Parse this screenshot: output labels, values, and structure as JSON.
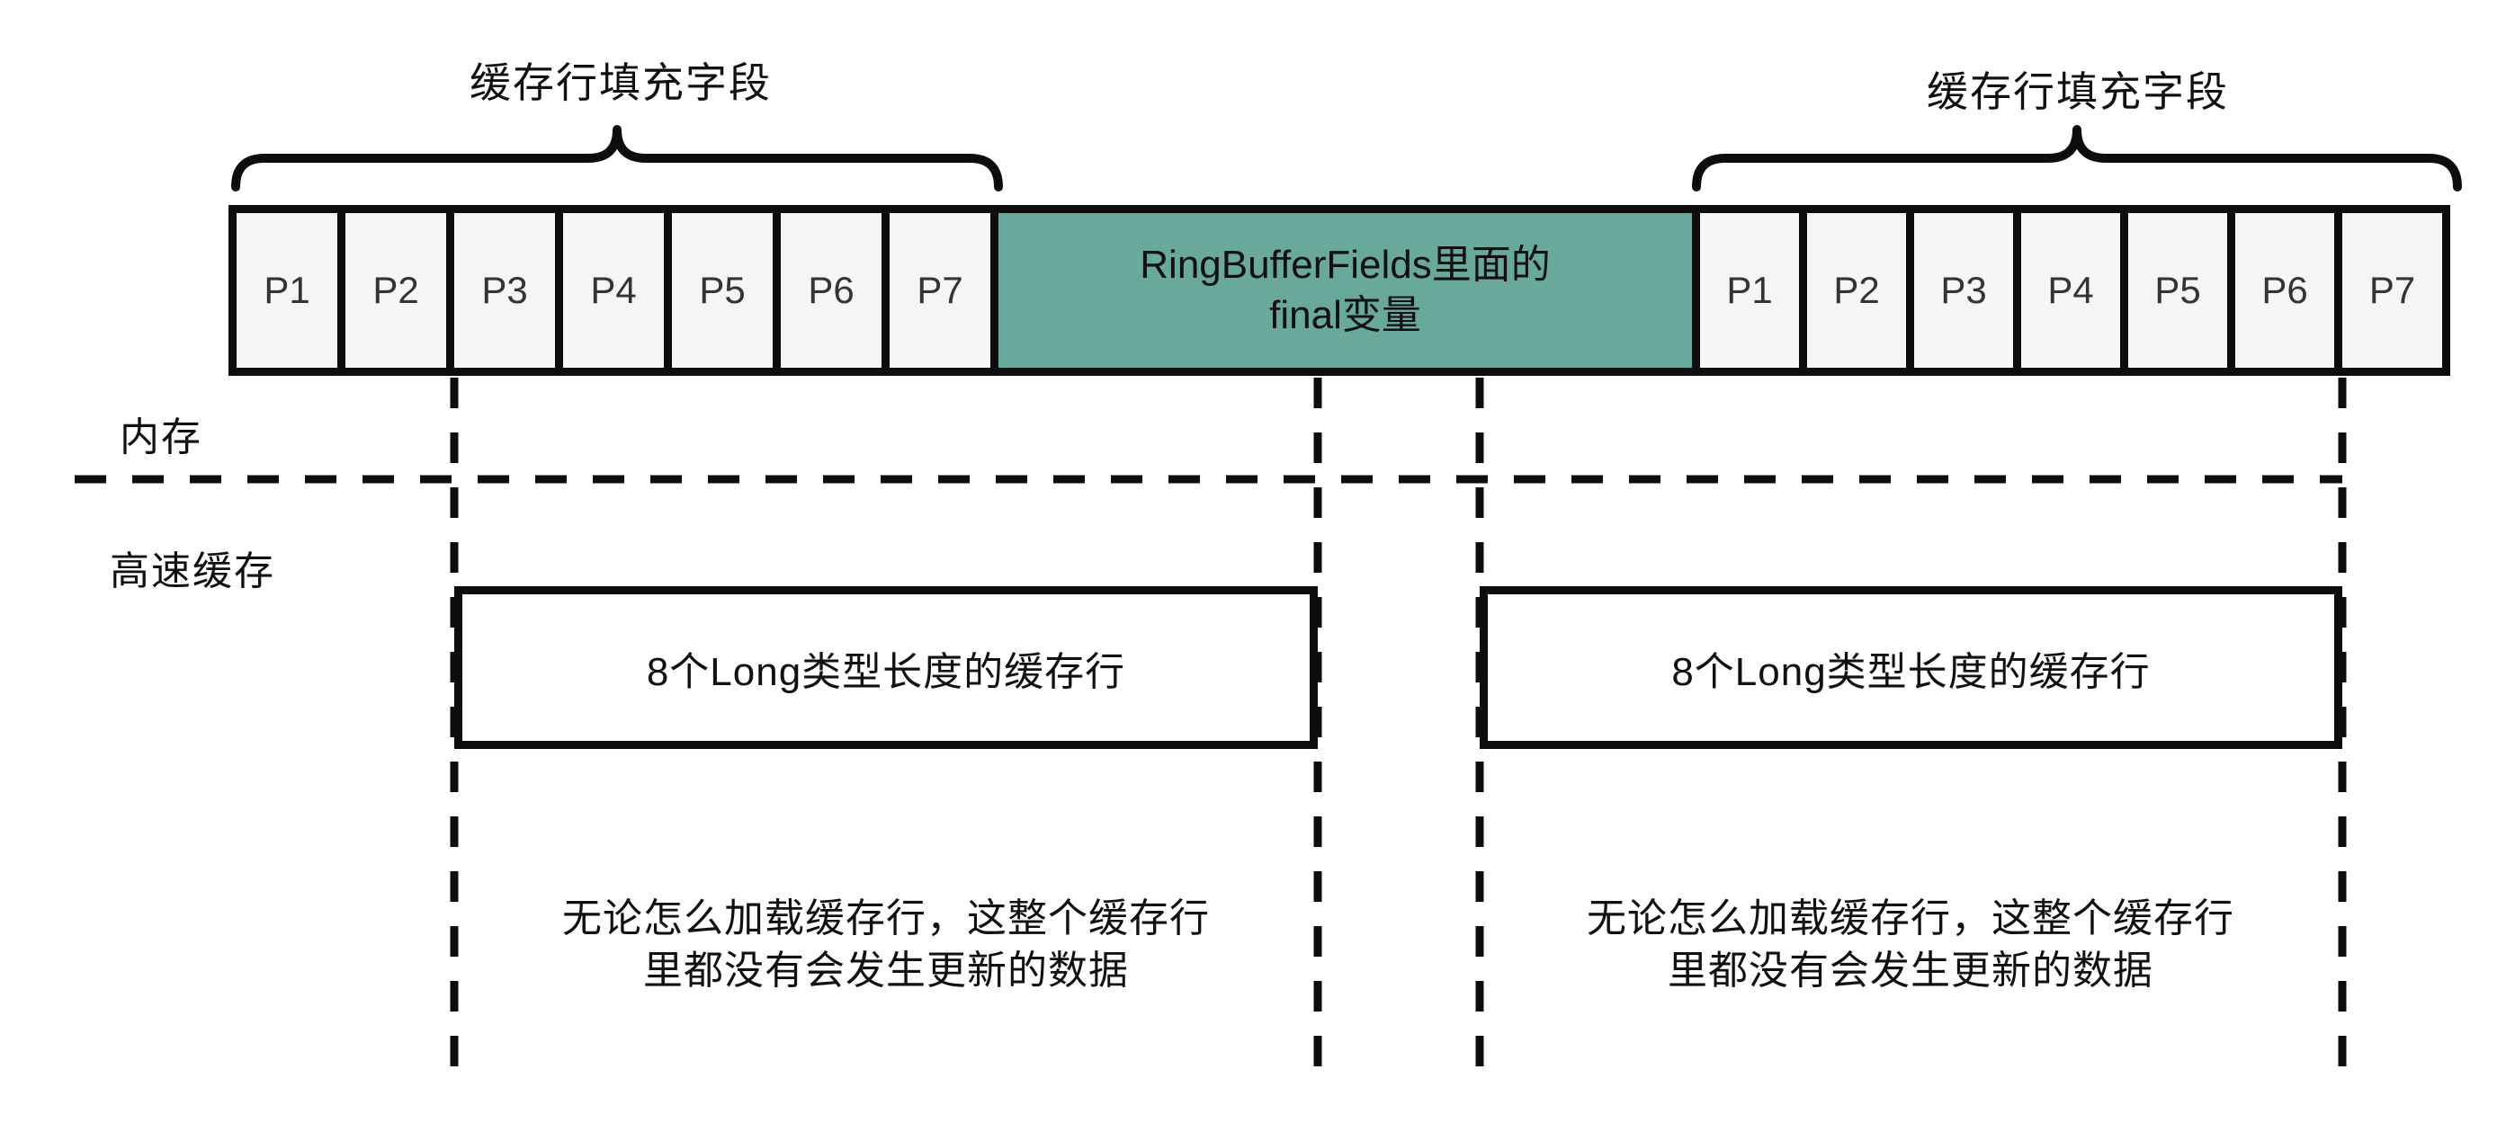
{
  "diagram": {
    "title_left": "缓存行填充字段",
    "title_right": "缓存行填充字段",
    "memory_label": "内存",
    "cache_label": "高速缓存",
    "memory_row": {
      "left_cells": [
        "P1",
        "P2",
        "P3",
        "P4",
        "P5",
        "P6",
        "P7"
      ],
      "final_label": "RingBufferFields里面的\nfinal变量",
      "right_cells": [
        "P1",
        "P2",
        "P3",
        "P4",
        "P5",
        "P6",
        "P7"
      ]
    },
    "cache": {
      "left_line_label": "8个Long类型长度的缓存行",
      "right_line_label": "8个Long类型长度的缓存行",
      "note_left": "无论怎么加载缓存行，这整个缓存行\n里都没有会发生更新的数据",
      "note_right": "无论怎么加载缓存行，这整个缓存行\n里都没有会发生更新的数据"
    },
    "colors": {
      "final_box": "#68a99b",
      "padding_cell": "#f5f5f5",
      "line": "#0d0d0d"
    }
  }
}
